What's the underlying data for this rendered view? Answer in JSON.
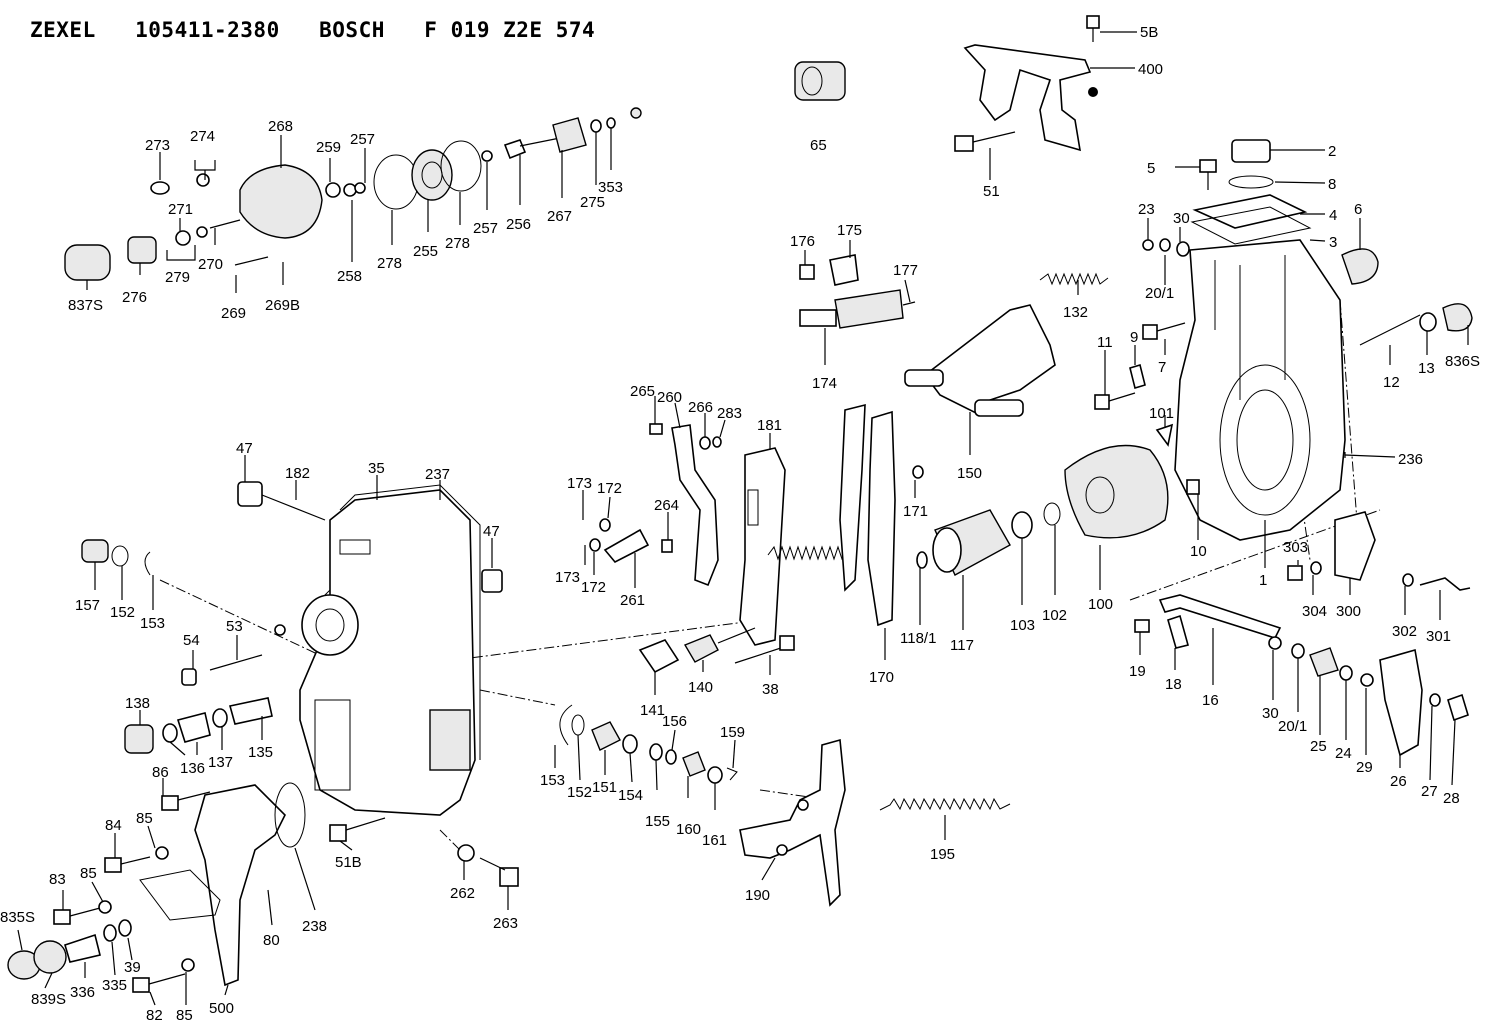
{
  "title": "ZEXEL   105411-2380   BOSCH   F 019 Z2E 574",
  "labels": [
    {
      "id": "l0",
      "text": "5B"
    },
    {
      "id": "l1",
      "text": "400"
    },
    {
      "id": "l2",
      "text": "65"
    },
    {
      "id": "l3",
      "text": "51"
    },
    {
      "id": "l4",
      "text": "2"
    },
    {
      "id": "l5",
      "text": "5"
    },
    {
      "id": "l6",
      "text": "8"
    },
    {
      "id": "l7",
      "text": "4"
    },
    {
      "id": "l8",
      "text": "3"
    },
    {
      "id": "l9",
      "text": "23"
    },
    {
      "id": "l10",
      "text": "30"
    },
    {
      "id": "l11",
      "text": "6"
    },
    {
      "id": "l12",
      "text": "20/1"
    },
    {
      "id": "l13",
      "text": "268"
    },
    {
      "id": "l14",
      "text": "274"
    },
    {
      "id": "l15",
      "text": "273"
    },
    {
      "id": "l16",
      "text": "259"
    },
    {
      "id": "l17",
      "text": "257"
    },
    {
      "id": "l18",
      "text": "271"
    },
    {
      "id": "l19",
      "text": "279"
    },
    {
      "id": "l20",
      "text": "270"
    },
    {
      "id": "l21",
      "text": "258"
    },
    {
      "id": "l22",
      "text": "278"
    },
    {
      "id": "l23",
      "text": "255"
    },
    {
      "id": "l24",
      "text": "278"
    },
    {
      "id": "l25",
      "text": "257"
    },
    {
      "id": "l26",
      "text": "256"
    },
    {
      "id": "l27",
      "text": "267"
    },
    {
      "id": "l28",
      "text": "275"
    },
    {
      "id": "l29",
      "text": "353"
    },
    {
      "id": "l30",
      "text": "837S"
    },
    {
      "id": "l31",
      "text": "276"
    },
    {
      "id": "l32",
      "text": "269"
    },
    {
      "id": "l33",
      "text": "269B"
    },
    {
      "id": "l34",
      "text": "176"
    },
    {
      "id": "l35",
      "text": "175"
    },
    {
      "id": "l36",
      "text": "177"
    },
    {
      "id": "l37",
      "text": "174"
    },
    {
      "id": "l38",
      "text": "132"
    },
    {
      "id": "l39",
      "text": "9"
    },
    {
      "id": "l40",
      "text": "11"
    },
    {
      "id": "l41",
      "text": "7"
    },
    {
      "id": "l42",
      "text": "12"
    },
    {
      "id": "l43",
      "text": "13"
    },
    {
      "id": "l44",
      "text": "836S"
    },
    {
      "id": "l45",
      "text": "150"
    },
    {
      "id": "l46",
      "text": "101"
    },
    {
      "id": "l47",
      "text": "236"
    },
    {
      "id": "l48",
      "text": "265"
    },
    {
      "id": "l49",
      "text": "260"
    },
    {
      "id": "l50",
      "text": "266"
    },
    {
      "id": "l51",
      "text": "283"
    },
    {
      "id": "l52",
      "text": "181"
    },
    {
      "id": "l53",
      "text": "47"
    },
    {
      "id": "l54",
      "text": "182"
    },
    {
      "id": "l55",
      "text": "35"
    },
    {
      "id": "l56",
      "text": "237"
    },
    {
      "id": "l57",
      "text": "173"
    },
    {
      "id": "l58",
      "text": "172"
    },
    {
      "id": "l59",
      "text": "264"
    },
    {
      "id": "l60",
      "text": "171"
    },
    {
      "id": "l61",
      "text": "47"
    },
    {
      "id": "l62",
      "text": "173"
    },
    {
      "id": "l63",
      "text": "172"
    },
    {
      "id": "l64",
      "text": "261"
    },
    {
      "id": "l65",
      "text": "10"
    },
    {
      "id": "l66",
      "text": "303"
    },
    {
      "id": "l67",
      "text": "1"
    },
    {
      "id": "l68",
      "text": "157"
    },
    {
      "id": "l69",
      "text": "152"
    },
    {
      "id": "l70",
      "text": "153"
    },
    {
      "id": "l71",
      "text": "103"
    },
    {
      "id": "l72",
      "text": "102"
    },
    {
      "id": "l73",
      "text": "100"
    },
    {
      "id": "l74",
      "text": "304"
    },
    {
      "id": "l75",
      "text": "300"
    },
    {
      "id": "l76",
      "text": "302"
    },
    {
      "id": "l77",
      "text": "301"
    },
    {
      "id": "l78",
      "text": "54"
    },
    {
      "id": "l79",
      "text": "53"
    },
    {
      "id": "l80",
      "text": "118/1"
    },
    {
      "id": "l81",
      "text": "117"
    },
    {
      "id": "l82",
      "text": "170"
    },
    {
      "id": "l83",
      "text": "19"
    },
    {
      "id": "l84",
      "text": "18"
    },
    {
      "id": "l85",
      "text": "16"
    },
    {
      "id": "l86",
      "text": "138"
    },
    {
      "id": "l87",
      "text": "141"
    },
    {
      "id": "l88",
      "text": "140"
    },
    {
      "id": "l89",
      "text": "38"
    },
    {
      "id": "l90",
      "text": "156"
    },
    {
      "id": "l91",
      "text": "159"
    },
    {
      "id": "l92",
      "text": "30"
    },
    {
      "id": "l93",
      "text": "20/1"
    },
    {
      "id": "l94",
      "text": "25"
    },
    {
      "id": "l95",
      "text": "24"
    },
    {
      "id": "l96",
      "text": "29"
    },
    {
      "id": "l97",
      "text": "136"
    },
    {
      "id": "l98",
      "text": "137"
    },
    {
      "id": "l99",
      "text": "135"
    },
    {
      "id": "l100",
      "text": "86"
    },
    {
      "id": "l101",
      "text": "85"
    },
    {
      "id": "l102",
      "text": "84"
    },
    {
      "id": "l103",
      "text": "153"
    },
    {
      "id": "l104",
      "text": "152"
    },
    {
      "id": "l105",
      "text": "151"
    },
    {
      "id": "l106",
      "text": "154"
    },
    {
      "id": "l107",
      "text": "155"
    },
    {
      "id": "l108",
      "text": "160"
    },
    {
      "id": "l109",
      "text": "161"
    },
    {
      "id": "l110",
      "text": "26"
    },
    {
      "id": "l111",
      "text": "27"
    },
    {
      "id": "l112",
      "text": "28"
    },
    {
      "id": "l113",
      "text": "83"
    },
    {
      "id": "l114",
      "text": "85"
    },
    {
      "id": "l115",
      "text": "835S"
    },
    {
      "id": "l116",
      "text": "238"
    },
    {
      "id": "l117",
      "text": "51B"
    },
    {
      "id": "l118",
      "text": "262"
    },
    {
      "id": "l119",
      "text": "263"
    },
    {
      "id": "l120",
      "text": "190"
    },
    {
      "id": "l121",
      "text": "195"
    },
    {
      "id": "l122",
      "text": "80"
    },
    {
      "id": "l123",
      "text": "39"
    },
    {
      "id": "l124",
      "text": "839S"
    },
    {
      "id": "l125",
      "text": "336"
    },
    {
      "id": "l126",
      "text": "335"
    },
    {
      "id": "l127",
      "text": "82"
    },
    {
      "id": "l128",
      "text": "85"
    },
    {
      "id": "l129",
      "text": "500"
    }
  ]
}
